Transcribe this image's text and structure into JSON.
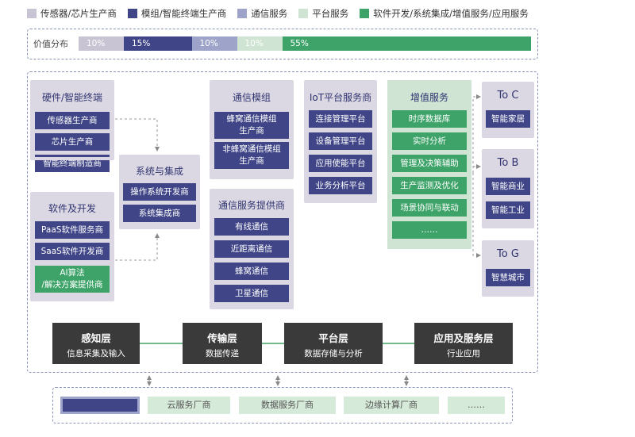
{
  "legend": [
    {
      "label": "传感器/芯片生产商",
      "color": "#c9c4d4"
    },
    {
      "label": "模组/智能终端生产商",
      "color": "#3f4586"
    },
    {
      "label": "通信服务",
      "color": "#9ea3c9"
    },
    {
      "label": "平台服务",
      "color": "#cfe4d3"
    },
    {
      "label": "软件开发/系统集成/增值服务/应用服务",
      "color": "#3da368"
    }
  ],
  "value_distribution": {
    "label": "价值分布",
    "segments": [
      {
        "label": "10%",
        "value": 10,
        "color": "#c9c4d4",
        "text_color": "#ffffff"
      },
      {
        "label": "15%",
        "value": 15,
        "color": "#3f4586",
        "text_color": "#ffffff"
      },
      {
        "label": "10%",
        "value": 10,
        "color": "#9ea3c9",
        "text_color": "#ffffff"
      },
      {
        "label": "10%",
        "value": 10,
        "color": "#cfe4d3",
        "text_color": "#ffffff"
      },
      {
        "label": "55%",
        "value": 55,
        "color": "#3da368",
        "text_color": "#ffffff"
      }
    ]
  },
  "hardware": {
    "title": "硬件/智能终端",
    "items": [
      "传感器生产商",
      "芯片生产商",
      "智能终端制造商"
    ]
  },
  "software": {
    "title": "软件及开发",
    "items": [
      "PaaS软件服务商",
      "SaaS软件开发商"
    ],
    "ai_item": "AI算法\n/解决方案提供商"
  },
  "integration": {
    "title": "系统与集成",
    "items": [
      "操作系统开发商",
      "系统集成商"
    ]
  },
  "module": {
    "title": "通信模组",
    "items": [
      "蜂窝通信模组\n生产商",
      "非蜂窝通信模组\n生产商"
    ]
  },
  "comm_service": {
    "title": "通信服务提供商",
    "items": [
      "有线通信",
      "近距离通信",
      "蜂窝通信",
      "卫星通信"
    ]
  },
  "iot_platform": {
    "title": "IoT平台服务商",
    "items": [
      "连接管理平台",
      "设备管理平台",
      "应用使能平台",
      "业务分析平台"
    ]
  },
  "value_added": {
    "title": "增值服务",
    "items": [
      "时序数据库",
      "实时分析",
      "管理及决策辅助",
      "生产监测及优化",
      "场景协同与联动",
      "……"
    ]
  },
  "to_c": {
    "title": "To C",
    "items": [
      "智能家居"
    ]
  },
  "to_b": {
    "title": "To B",
    "items": [
      "智能商业",
      "智能工业"
    ]
  },
  "to_g": {
    "title": "To G",
    "items": [
      "智慧城市"
    ]
  },
  "layers": [
    {
      "title": "感知层",
      "sub": "信息采集及输入"
    },
    {
      "title": "传输层",
      "sub": "数据传递"
    },
    {
      "title": "平台层",
      "sub": "数据存储与分析"
    },
    {
      "title": "应用及服务层",
      "sub": "行业应用"
    }
  ],
  "vendors": [
    "云服务厂商",
    "数据服务厂商",
    "边缘计算厂商",
    "……"
  ]
}
